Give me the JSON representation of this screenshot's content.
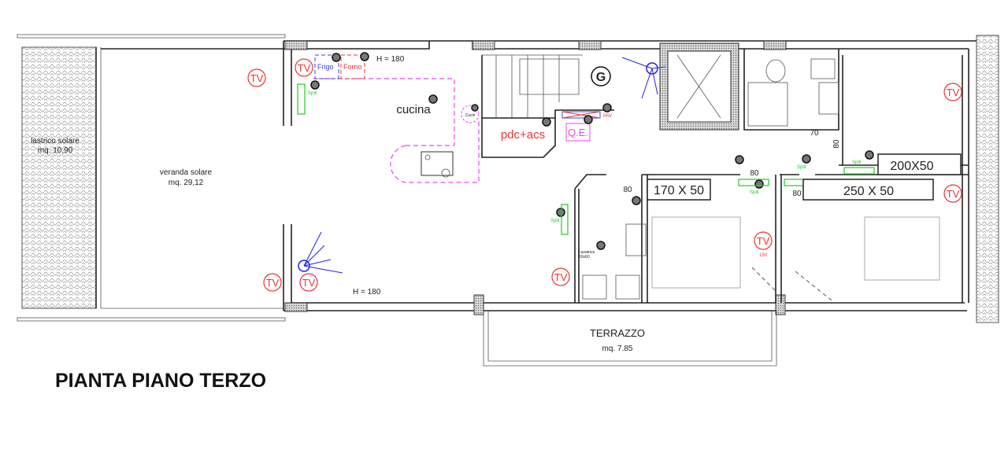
{
  "title": "PIANTA PIANO TERZO",
  "rooms": {
    "lastrico": {
      "name": "lastrico solare",
      "area": "mq. 10,90"
    },
    "veranda": {
      "name": "veranda solare",
      "area": "mq. 29,12"
    },
    "cucina": "cucina",
    "terrazzo": {
      "name": "TERRAZZO",
      "area": "mq. 7.85"
    }
  },
  "labels": {
    "h_top": "H = 180",
    "h_bottom": "H = 180",
    "frigo": "Frigo",
    "forno": "Forno",
    "pdc": "pdc+acs",
    "qe": "Q.E.",
    "pav": "PAV",
    "gas": "G",
    "cucin": "Cucin",
    "lavatrice": "Lavatrice",
    "lavatrice_size": "60x60",
    "tv150": "150"
  },
  "dimensions": [
    "70",
    "80",
    "80",
    "80",
    "80"
  ],
  "wardrobes": [
    "170 X 50",
    "250 X 50",
    "200X50"
  ],
  "tv_label": "TV",
  "split_label": "Split",
  "colors": {
    "tv": "#e33333",
    "split": "#22cc22",
    "kitchen": "#ee44ee",
    "frigo": "#3344ee"
  }
}
